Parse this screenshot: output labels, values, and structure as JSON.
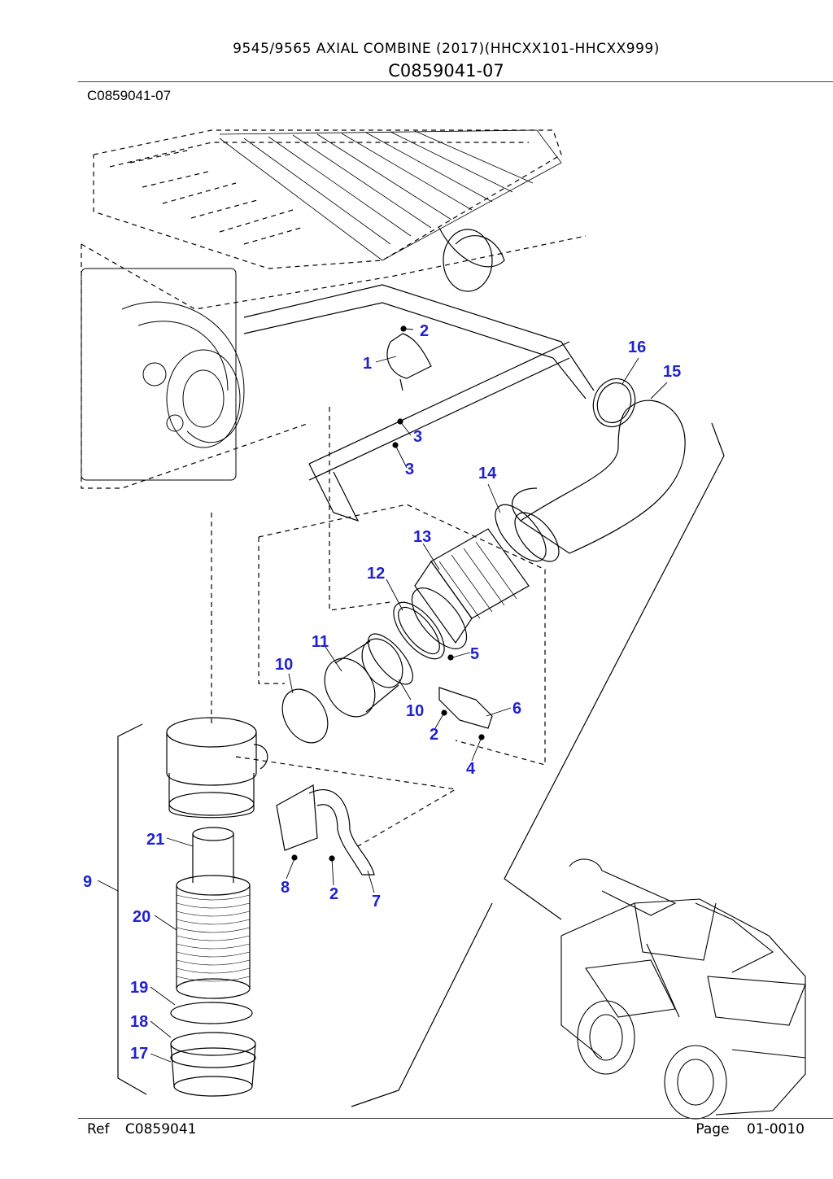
{
  "header": {
    "title": "9545/9565 AXIAL COMBINE (2017)(HHCXX101-HHCXX999)",
    "code": "C0859041-07"
  },
  "subheader": {
    "code": "C0859041-07"
  },
  "callouts": [
    "1",
    "2",
    "3",
    "3",
    "16",
    "15",
    "14",
    "13",
    "12",
    "5",
    "11",
    "10",
    "10",
    "6",
    "2",
    "4",
    "9",
    "21",
    "8",
    "2",
    "7",
    "20",
    "19",
    "18",
    "17"
  ],
  "footer": {
    "ref_label": "Ref",
    "ref_value": "C0859041",
    "page_label": "Page",
    "page_value": "01-0010"
  },
  "colors": {
    "callout": "#1f22d0",
    "line": "#000000"
  }
}
